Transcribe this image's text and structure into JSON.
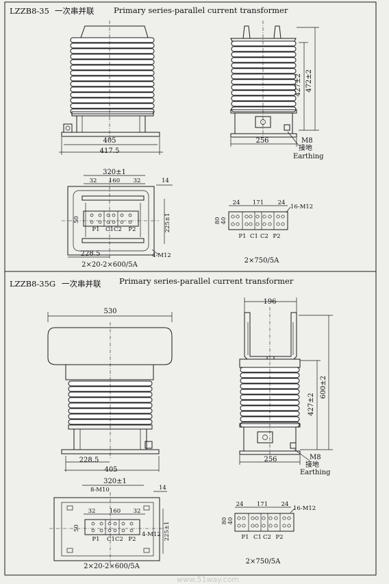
{
  "sections": [
    {
      "model": "LZZB8-35",
      "cn_title": "一次串并联",
      "en_title": "Primary series-parallel current transformer",
      "front": {
        "width1": "405",
        "width2": "417.5"
      },
      "side": {
        "h1": "427±2",
        "h2": "472±2",
        "base": "256",
        "bolt": "M8",
        "earth_cn": "接地",
        "earth_en": "Earthing"
      },
      "plan": {
        "top": "320±1",
        "d32a": "32",
        "d160": "160",
        "d32b": "32",
        "d14": "14",
        "d225": "225±1",
        "d228": "228.5",
        "d50": "50",
        "bolt": "4-M12",
        "p1": "P1",
        "c1": "C1",
        "c2": "C2",
        "p2": "P2",
        "caption": "2×20-2×600/5A"
      },
      "terminal": {
        "d24a": "24",
        "d171": "171",
        "d24b": "24",
        "bolt": "16-M12",
        "d80": "80",
        "d40": "40",
        "p1": "P1",
        "c1": "C1",
        "c2": "C2",
        "p2": "P2",
        "caption": "2×750/5A"
      }
    },
    {
      "model": "LZZB8-35G",
      "cn_title": "一次串并联",
      "en_title": "Primary series-parallel current transformer",
      "front": {
        "top": "530",
        "d228": "228.5",
        "width": "405"
      },
      "side": {
        "top": "196",
        "h1": "427±2",
        "h2": "600±2",
        "base": "256",
        "bolt": "M8",
        "earth_cn": "接地",
        "earth_en": "Earthing"
      },
      "plan": {
        "top": "320±1",
        "bolt8": "8-M10",
        "d14": "14",
        "d32a": "32",
        "d160": "160",
        "d32b": "32",
        "d225": "225±1",
        "d50": "50",
        "bolt": "4-M12",
        "p1": "P1",
        "c1": "C1",
        "c2": "C2",
        "p2": "P2",
        "caption": "2×20-2×600/5A"
      },
      "terminal": {
        "d24a": "24",
        "d171": "171",
        "d24b": "24",
        "bolt": "16-M12",
        "d80": "80",
        "d40": "40",
        "p1": "P1",
        "c1": "C1",
        "c2": "C2",
        "p2": "P2",
        "caption": "2×750/5A"
      }
    }
  ],
  "watermark": "www.51way.com"
}
